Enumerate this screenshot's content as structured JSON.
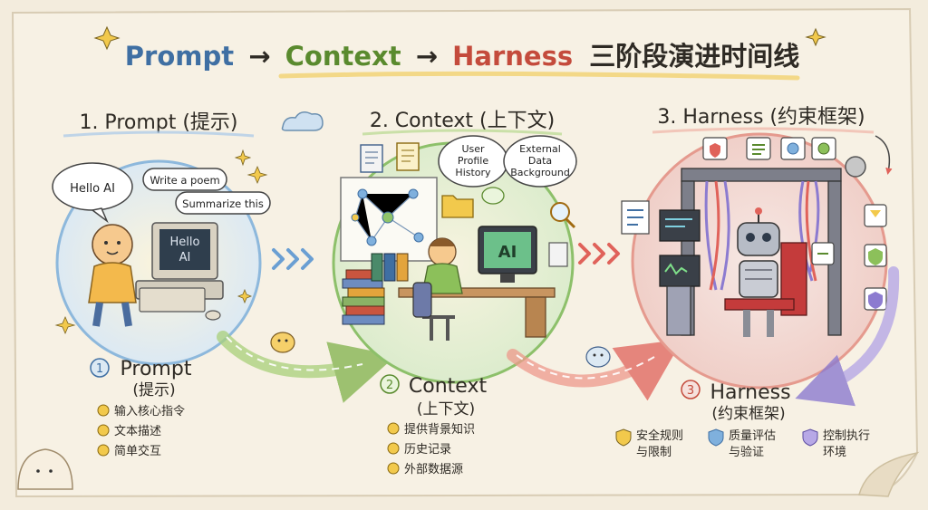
{
  "title": {
    "part1": "Prompt",
    "part2": "Context",
    "part3": "Harness",
    "arrow": "→",
    "suffix": "三阶段演进时间线"
  },
  "colors": {
    "paper": "#f7f1e4",
    "prompt": "#3f6fa3",
    "context": "#5a8a2e",
    "harness": "#c44b3c",
    "ink": "#2e2a24"
  },
  "stages": [
    {
      "heading": "1. Prompt (提示)",
      "bubbles": [
        "Hello AI",
        "Write a poem",
        "Summarize this"
      ],
      "screen_text": [
        "Hello",
        "AI"
      ],
      "number": "1",
      "label_en": "Prompt",
      "label_zh": "(提示)",
      "bullets": [
        "输入核心指令",
        "文本描述",
        "简单交互"
      ]
    },
    {
      "heading": "2. Context (上下文)",
      "bubbles": [
        [
          "User",
          "Profile",
          "History"
        ],
        [
          "External",
          "Data",
          "Background"
        ]
      ],
      "screen_text": "AI",
      "number": "2",
      "label_en": "Context",
      "label_zh": "(上下文)",
      "bullets": [
        "提供背景知识",
        "历史记录",
        "外部数据源"
      ]
    },
    {
      "heading": "3. Harness (约束框架)",
      "number": "3",
      "label_en": "Harness",
      "label_zh": "(约束框架)",
      "features": [
        [
          "安全规则",
          "与限制"
        ],
        [
          "质量评估",
          "与验证"
        ],
        [
          "控制执行",
          "环境"
        ]
      ],
      "feature_icons": [
        "shield-icon",
        "shield-check-icon",
        "shield-control-icon"
      ]
    }
  ]
}
